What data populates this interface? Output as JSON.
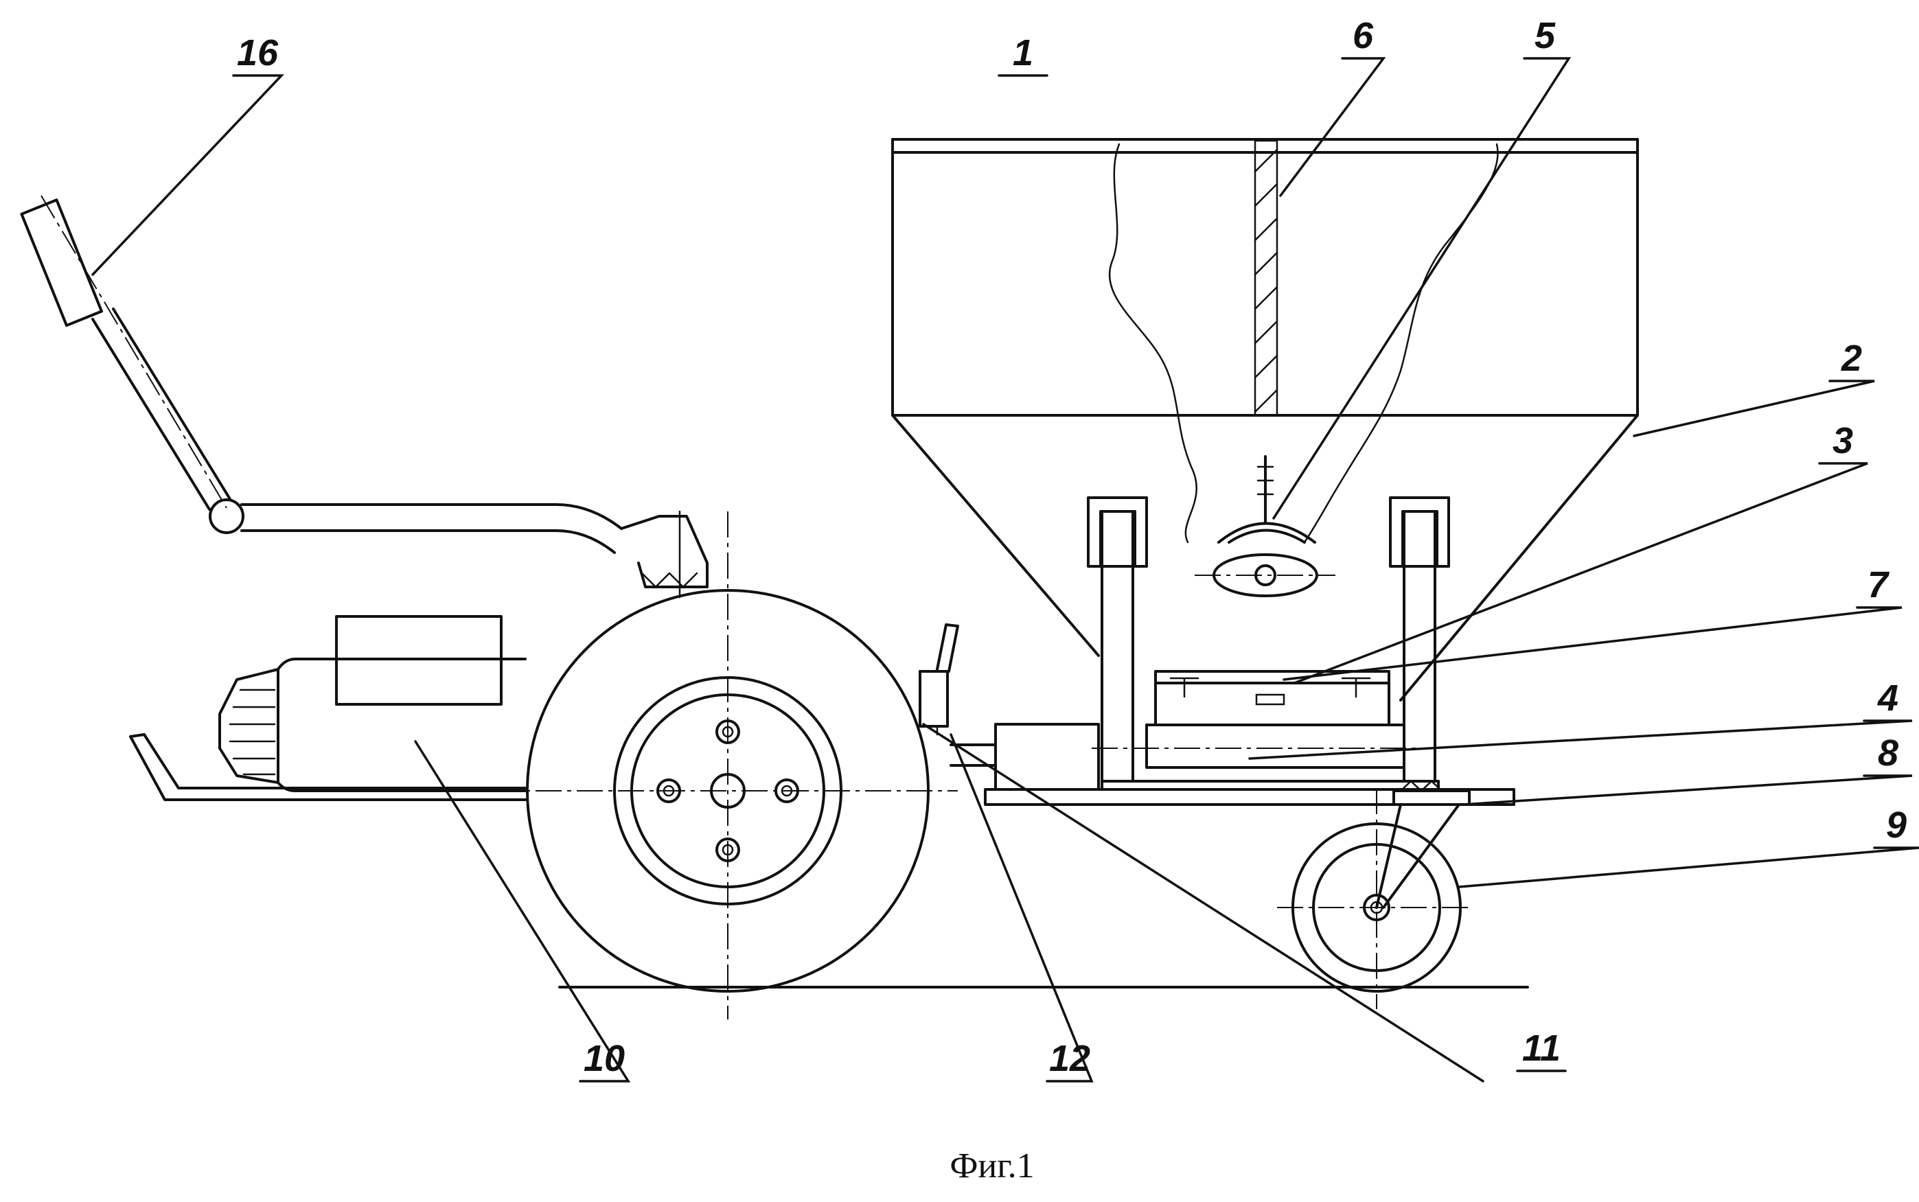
{
  "figure": {
    "caption": "Фиг.1",
    "labels": {
      "hopper": "1",
      "hopper_cone": "2",
      "l3": "3",
      "l4": "4",
      "l5": "5",
      "partition": "6",
      "l7": "7",
      "l8": "8",
      "castor_wheel": "9",
      "motor": "10",
      "l11": "11",
      "l12": "12",
      "handle": "16"
    }
  }
}
